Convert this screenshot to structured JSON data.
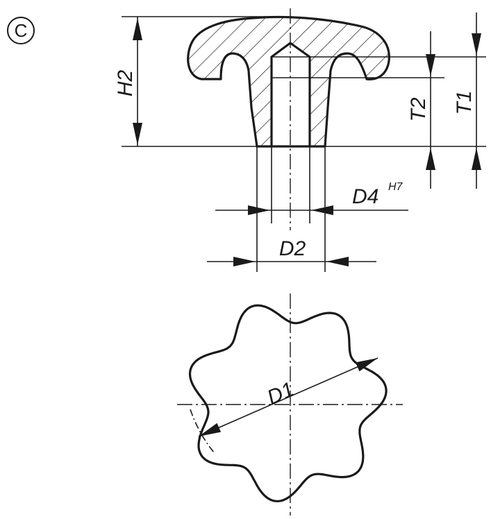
{
  "variant": {
    "letter": "C"
  },
  "dimensions": {
    "h2": "H2",
    "t1": "T1",
    "t2": "T2",
    "d4": "D4",
    "d4_tolerance": "H7",
    "d2": "D2",
    "d1": "D1"
  }
}
